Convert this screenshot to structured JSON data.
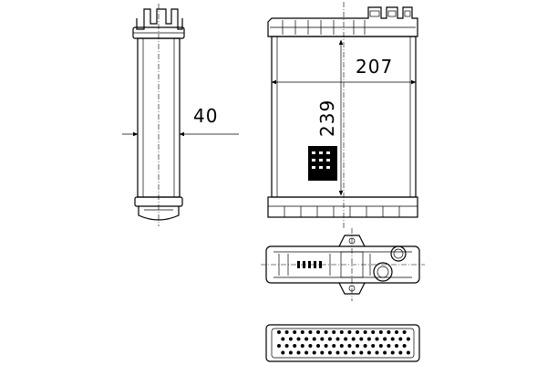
{
  "dimensions": {
    "depth": "40",
    "width": "207",
    "height": "239"
  }
}
